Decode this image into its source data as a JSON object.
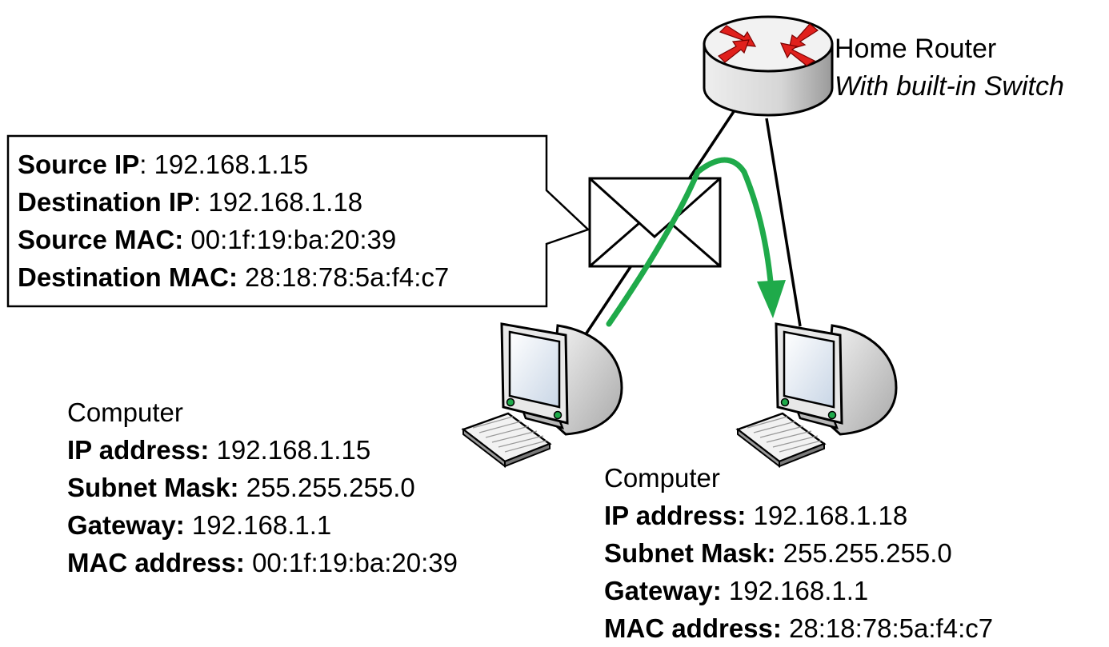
{
  "router": {
    "title": "Home Router",
    "subtitle": "With built-in Switch"
  },
  "packet": {
    "fields": [
      {
        "label": "Source IP",
        "sep": ": ",
        "value": "192.168.1.15"
      },
      {
        "label": "Destination IP",
        "sep": ": ",
        "value": "192.168.1.18"
      },
      {
        "label": "Source MAC:",
        "sep": " ",
        "value": "00:1f:19:ba:20:39"
      },
      {
        "label": "Destination MAC:",
        "sep": " ",
        "value": "28:18:78:5a:f4:c7"
      }
    ]
  },
  "computers": [
    {
      "title": "Computer",
      "ip_label": "IP address:",
      "ip": "192.168.1.15",
      "mask_label": "Subnet Mask:",
      "mask": "255.255.255.0",
      "gateway_label": "Gateway:",
      "gateway": "192.168.1.1",
      "mac_label": "MAC address:",
      "mac": "00:1f:19:ba:20:39"
    },
    {
      "title": "Computer",
      "ip_label": "IP address:",
      "ip": "192.168.1.18",
      "mask_label": "Subnet Mask:",
      "mask": "255.255.255.0",
      "gateway_label": "Gateway:",
      "gateway": "192.168.1.1",
      "mac_label": "MAC address:",
      "mac": "28:18:78:5a:f4:c7"
    }
  ],
  "colors": {
    "flow_arrow": "#1faa4a",
    "router_arrows": "#e0201c",
    "router_body": "#d9d9d9"
  },
  "icons": [
    "router-icon",
    "envelope-icon",
    "computer-icon"
  ]
}
